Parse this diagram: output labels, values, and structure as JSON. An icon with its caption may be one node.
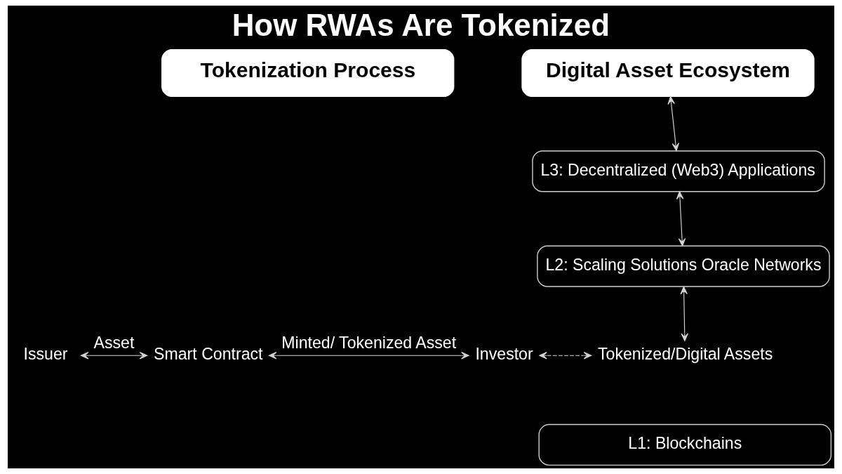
{
  "diagram": {
    "title": "How RWAs Are Tokenized",
    "nodes": [
      {
        "text": [
          "Tokenization Process"
        ]
      },
      {
        "text": [
          "Digital Asset Ecosystem"
        ]
      },
      {
        "text": [
          "Issuer"
        ]
      },
      {
        "text": [
          "Smart Contract"
        ]
      },
      {
        "text": [
          "Investor"
        ]
      },
      {
        "text": [
          "L3: Decentralized (Web3) Applications"
        ]
      },
      {
        "text": [
          "L2: Scaling Solutions Oracle Networks"
        ]
      },
      {
        "text": [
          "L1: Blockchains"
        ]
      },
      {
        "text": [
          "Tokenized/Digital Assets"
        ]
      }
    ],
    "edges": [
      {
        "from": 2,
        "to": 3,
        "arrow": "both",
        "label": "Asset"
      },
      {
        "from": 3,
        "to": 4,
        "arrow": "both",
        "label": "Minted/ Tokenized Asset"
      },
      {
        "from": 1,
        "to": 5,
        "arrow": "both"
      },
      {
        "from": 5,
        "to": 6,
        "arrow": "both"
      },
      {
        "from": 6,
        "to": 8,
        "arrow": "both"
      },
      {
        "from": 4,
        "to": 8,
        "arrow": "both",
        "style": "dashed"
      }
    ]
  }
}
